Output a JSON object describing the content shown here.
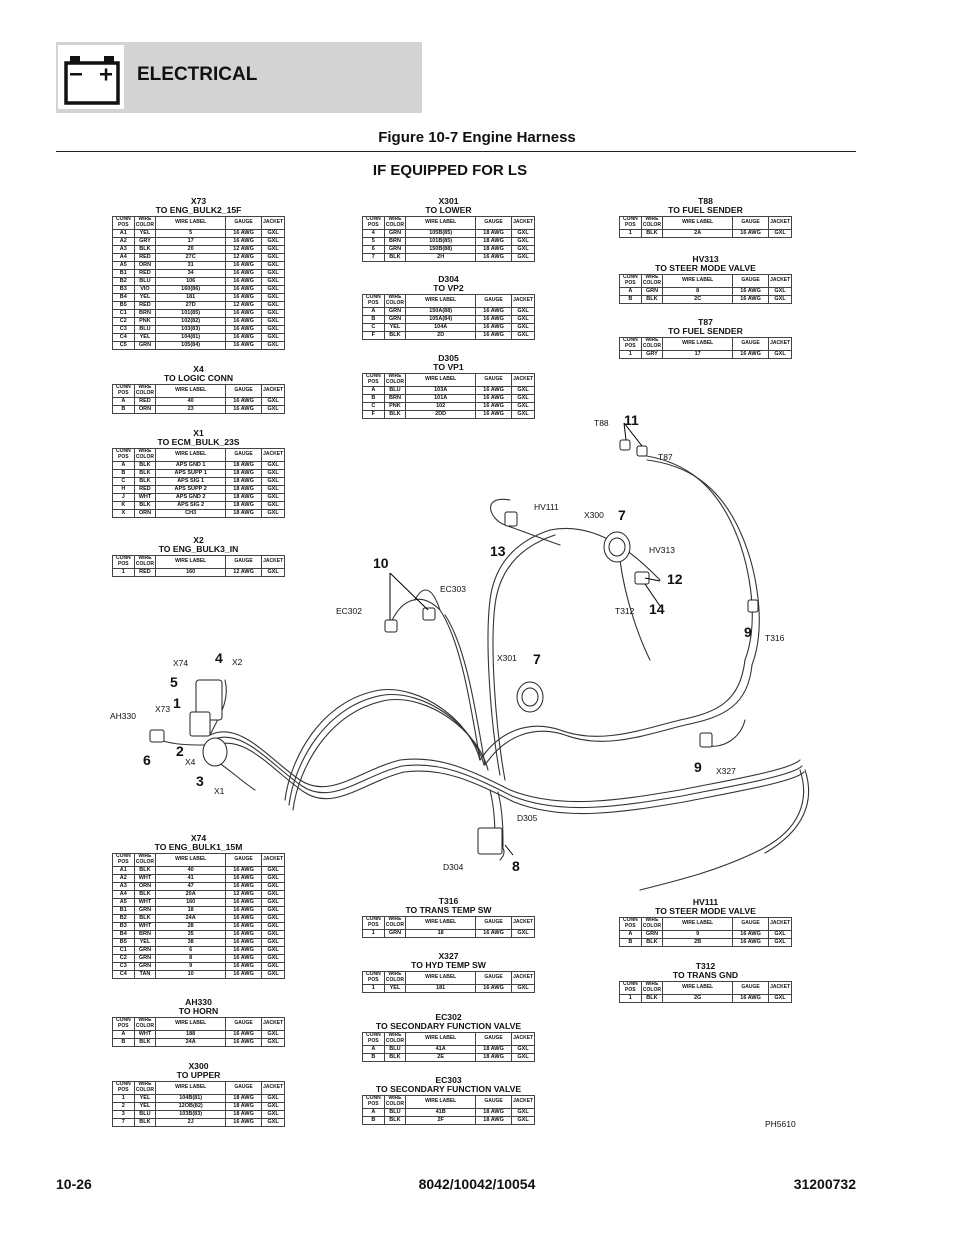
{
  "header": {
    "section_title": "ELECTRICAL",
    "battery_icon": "battery-icon"
  },
  "figure_title": "Figure 10-7 Engine Harness",
  "subtitle": "IF EQUIPPED FOR LS",
  "table_headers": [
    "CONN POS",
    "WIRE COLOR",
    "WIRE LABEL",
    "GAUGE",
    "JACKET"
  ],
  "connectors": [
    {
      "id": "X73",
      "title": "TO ENG_BULK2_15F",
      "rows": [
        [
          "A1",
          "YEL",
          "5",
          "16 AWG",
          "GXL"
        ],
        [
          "A2",
          "GRY",
          "17",
          "16 AWG",
          "GXL"
        ],
        [
          "A3",
          "BLK",
          "20",
          "12 AWG",
          "GXL"
        ],
        [
          "A4",
          "RED",
          "27C",
          "12 AWG",
          "GXL"
        ],
        [
          "A5",
          "ORN",
          "31",
          "16 AWG",
          "GXL"
        ],
        [
          "B1",
          "RED",
          "34",
          "16 AWG",
          "GXL"
        ],
        [
          "B2",
          "BLU",
          "106",
          "16 AWG",
          "GXL"
        ],
        [
          "B3",
          "VIO",
          "160(86)",
          "16 AWG",
          "GXL"
        ],
        [
          "B4",
          "YEL",
          "181",
          "16 AWG",
          "GXL"
        ],
        [
          "B5",
          "RED",
          "27D",
          "12 AWG",
          "GXL"
        ],
        [
          "C1",
          "BRN",
          "101(85)",
          "16 AWG",
          "GXL"
        ],
        [
          "C2",
          "PNK",
          "102(82)",
          "16 AWG",
          "GXL"
        ],
        [
          "C3",
          "BLU",
          "103(83)",
          "16 AWG",
          "GXL"
        ],
        [
          "C4",
          "YEL",
          "104(81)",
          "16 AWG",
          "GXL"
        ],
        [
          "C5",
          "GRN",
          "105(84)",
          "16 AWG",
          "GXL"
        ]
      ]
    },
    {
      "id": "X4",
      "title": "TO LOGIC CONN",
      "rows": [
        [
          "A",
          "RED",
          "40",
          "16 AWG",
          "GXL"
        ],
        [
          "B",
          "ORN",
          "23",
          "16 AWG",
          "GXL"
        ]
      ]
    },
    {
      "id": "X1",
      "title": "TO ECM_BULK_23S",
      "rows": [
        [
          "A",
          "BLK",
          "APS GND 1",
          "18 AWG",
          "GXL"
        ],
        [
          "B",
          "BLK",
          "APS SUPP 1",
          "18 AWG",
          "GXL"
        ],
        [
          "C",
          "BLK",
          "APS SIG 1",
          "18 AWG",
          "GXL"
        ],
        [
          "H",
          "RED",
          "APS SUPP 2",
          "18 AWG",
          "GXL"
        ],
        [
          "J",
          "WHT",
          "APS GND 2",
          "18 AWG",
          "GXL"
        ],
        [
          "K",
          "BLK",
          "APS SIG 2",
          "18 AWG",
          "GXL"
        ],
        [
          "X",
          "ORN",
          "CH3",
          "18 AWG",
          "GXL"
        ]
      ]
    },
    {
      "id": "X2",
      "title": "TO ENG_BULK3_IN",
      "rows": [
        [
          "1",
          "RED",
          "160",
          "12 AWG",
          "GXL"
        ]
      ]
    },
    {
      "id": "X74",
      "title": "TO ENG_BULK1_15M",
      "rows": [
        [
          "A1",
          "BLK",
          "40",
          "16 AWG",
          "GXL"
        ],
        [
          "A2",
          "WHT",
          "41",
          "16 AWG",
          "GXL"
        ],
        [
          "A3",
          "ORN",
          "47",
          "16 AWG",
          "GXL"
        ],
        [
          "A4",
          "BLK",
          "20A",
          "12 AWG",
          "GXL"
        ],
        [
          "A5",
          "WHT",
          "160",
          "16 AWG",
          "GXL"
        ],
        [
          "B1",
          "GRN",
          "18",
          "16 AWG",
          "GXL"
        ],
        [
          "B2",
          "BLK",
          "24A",
          "16 AWG",
          "GXL"
        ],
        [
          "B3",
          "WHT",
          "28",
          "16 AWG",
          "GXL"
        ],
        [
          "B4",
          "BRN",
          "35",
          "16 AWG",
          "GXL"
        ],
        [
          "B5",
          "YEL",
          "38",
          "16 AWG",
          "GXL"
        ],
        [
          "C1",
          "GRN",
          "6",
          "16 AWG",
          "GXL"
        ],
        [
          "C2",
          "GRN",
          "8",
          "16 AWG",
          "GXL"
        ],
        [
          "C3",
          "GRN",
          "9",
          "16 AWG",
          "GXL"
        ],
        [
          "C4",
          "TAN",
          "10",
          "16 AWG",
          "GXL"
        ]
      ]
    },
    {
      "id": "AH330",
      "title": "TO HORN",
      "rows": [
        [
          "A",
          "WHT",
          "188",
          "16 AWG",
          "GXL"
        ],
        [
          "B",
          "BLK",
          "24A",
          "16 AWG",
          "GXL"
        ]
      ]
    },
    {
      "id": "X300",
      "title": "TO UPPER",
      "rows": [
        [
          "1",
          "YEL",
          "104B(81)",
          "18 AWG",
          "GXL"
        ],
        [
          "2",
          "YEL",
          "12OB(82)",
          "18 AWG",
          "GXL"
        ],
        [
          "3",
          "BLU",
          "103B(83)",
          "18 AWG",
          "GXL"
        ],
        [
          "7",
          "BLK",
          "2J",
          "16 AWG",
          "GXL"
        ]
      ]
    },
    {
      "id": "X301",
      "title": "TO LOWER",
      "rows": [
        [
          "4",
          "GRN",
          "105B(85)",
          "18 AWG",
          "GXL"
        ],
        [
          "5",
          "BRN",
          "101B(85)",
          "18 AWG",
          "GXL"
        ],
        [
          "6",
          "GRN",
          "150B(88)",
          "18 AWG",
          "GXL"
        ],
        [
          "7",
          "BLK",
          "2H",
          "16 AWG",
          "GXL"
        ]
      ]
    },
    {
      "id": "D304",
      "title": "TO VP2",
      "rows": [
        [
          "A",
          "GRN",
          "150A(88)",
          "16 AWG",
          "GXL"
        ],
        [
          "B",
          "GRN",
          "105A(84)",
          "16 AWG",
          "GXL"
        ],
        [
          "C",
          "YEL",
          "104A",
          "16 AWG",
          "GXL"
        ],
        [
          "F",
          "BLK",
          "2D",
          "16 AWG",
          "GXL"
        ]
      ]
    },
    {
      "id": "D305",
      "title": "TO VP1",
      "rows": [
        [
          "A",
          "BLU",
          "103A",
          "16 AWG",
          "GXL"
        ],
        [
          "B",
          "BRN",
          "101A",
          "16 AWG",
          "GXL"
        ],
        [
          "C",
          "PNK",
          "102",
          "16 AWG",
          "GXL"
        ],
        [
          "F",
          "BLK",
          "2DD",
          "16 AWG",
          "GXL"
        ]
      ]
    },
    {
      "id": "T316",
      "title": "TO TRANS TEMP SW",
      "rows": [
        [
          "1",
          "GRN",
          "18",
          "16 AWG",
          "GXL"
        ]
      ]
    },
    {
      "id": "X327",
      "title": "TO HYD  TEMP SW",
      "rows": [
        [
          "1",
          "YEL",
          "181",
          "16 AWG",
          "GXL"
        ]
      ]
    },
    {
      "id": "EC302",
      "title": "TO SECONDARY FUNCTION VALVE",
      "rows": [
        [
          "A",
          "BLU",
          "41A",
          "18 AWG",
          "GXL"
        ],
        [
          "B",
          "BLK",
          "2E",
          "18 AWG",
          "GXL"
        ]
      ]
    },
    {
      "id": "EC303",
      "title": "TO SECONDARY FUNCTION VALVE",
      "rows": [
        [
          "A",
          "BLU",
          "41B",
          "18 AWG",
          "GXL"
        ],
        [
          "B",
          "BLK",
          "2F",
          "18 AWG",
          "GXL"
        ]
      ]
    },
    {
      "id": "T88",
      "title": "TO FUEL SENDER",
      "rows": [
        [
          "1",
          "BLK",
          "2A",
          "16 AWG",
          "GXL"
        ]
      ]
    },
    {
      "id": "HV313",
      "title": "TO STEER MODE VALVE",
      "rows": [
        [
          "A",
          "GRN",
          "8",
          "16 AWG",
          "GXL"
        ],
        [
          "B",
          "BLK",
          "2C",
          "16 AWG",
          "GXL"
        ]
      ]
    },
    {
      "id": "T87",
      "title": "TO FUEL SENDER",
      "rows": [
        [
          "1",
          "GRY",
          "17",
          "16 AWG",
          "GXL"
        ]
      ]
    },
    {
      "id": "HV111",
      "title": "TO STEER MODE VALVE",
      "rows": [
        [
          "A",
          "GRN",
          "9",
          "16 AWG",
          "GXL"
        ],
        [
          "B",
          "BLK",
          "2B",
          "16 AWG",
          "GXL"
        ]
      ]
    },
    {
      "id": "T312",
      "title": "TO TRANS GND",
      "rows": [
        [
          "1",
          "BLK",
          "2G",
          "16 AWG",
          "GXL"
        ]
      ]
    }
  ],
  "diagram_labels": [
    "T88",
    "11",
    "T87",
    "HV111",
    "X300",
    "7",
    "13",
    "HV313",
    "12",
    "T312",
    "14",
    "10",
    "EC303",
    "EC302",
    "9",
    "T316",
    "X74",
    "4",
    "X2",
    "X301",
    "7",
    "5",
    "1",
    "X73",
    "AH330",
    "2",
    "6",
    "X4",
    "3",
    "9",
    "X327",
    "X1",
    "D305",
    "D304",
    "8"
  ],
  "photo_id": "PH5610",
  "footer": {
    "page": "10-26",
    "models": "8042/10042/10054",
    "part_number": "31200732"
  }
}
